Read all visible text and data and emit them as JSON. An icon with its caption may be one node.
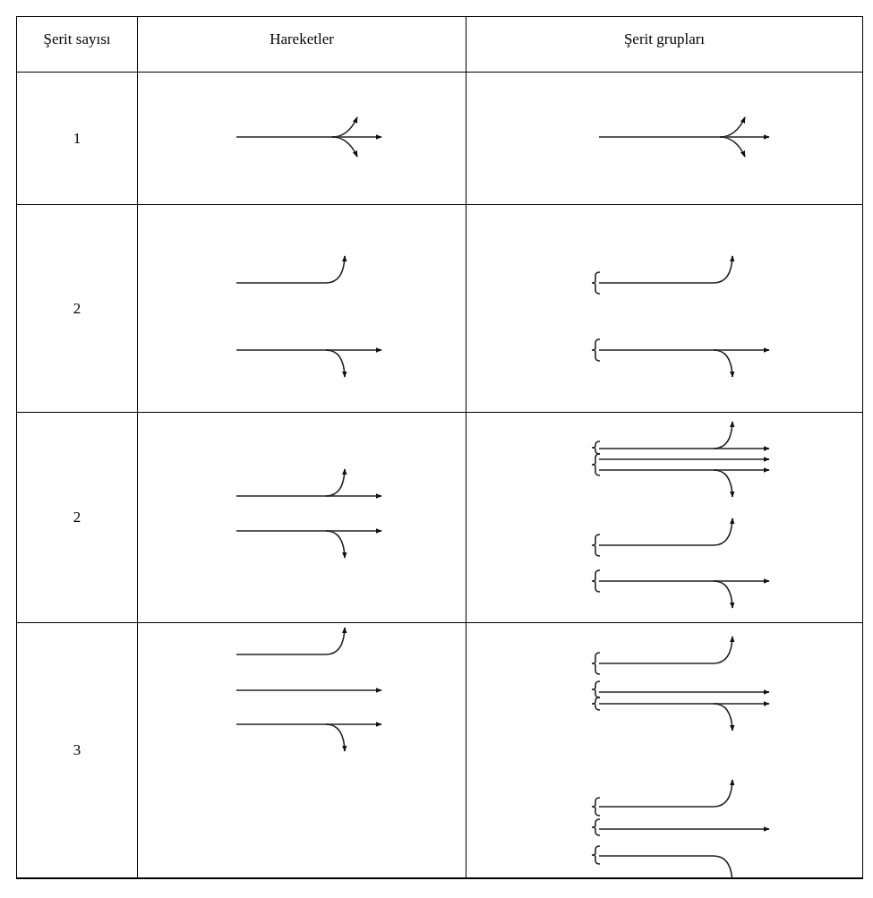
{
  "diagram": {
    "labels": [
      "Şerit sayısı",
      "Hareketler",
      "Şerit grupları",
      "1",
      "2",
      "2",
      "3"
    ]
  }
}
